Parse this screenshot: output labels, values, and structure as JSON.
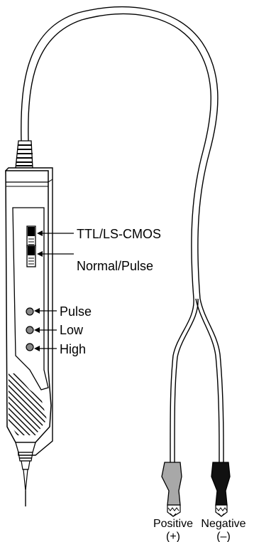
{
  "labels": {
    "switch1": "TTL/LS-CMOS",
    "switch2": "Normal/Pulse",
    "led_pulse": "Pulse",
    "led_low": "Low",
    "led_high": "High"
  },
  "clips": {
    "positive": {
      "name": "Positive",
      "sign": "(+)",
      "color": "#a8a8a8"
    },
    "negative": {
      "name": "Negative",
      "sign": "(–)",
      "color": "#111111"
    }
  }
}
